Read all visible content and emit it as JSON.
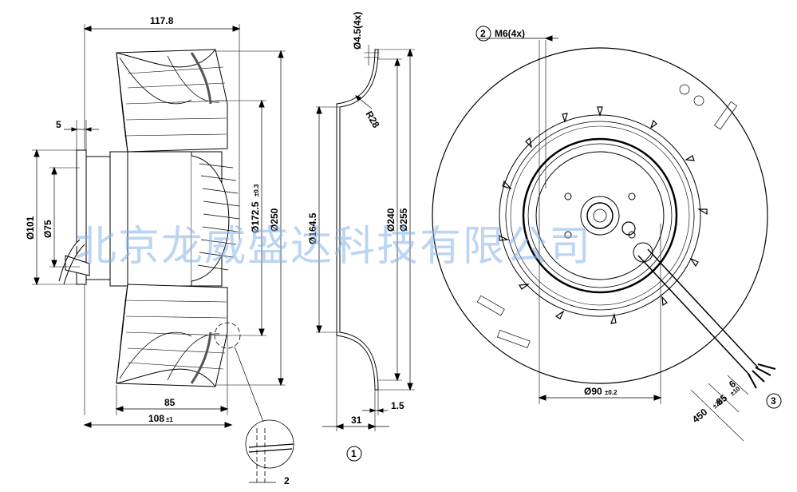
{
  "side_view": {
    "width_top": "117.8",
    "flange": "5",
    "dia_101": "Ø101",
    "dia_75": "Ø75",
    "dia_172": "Ø172.5",
    "dia_172_tol": "±0.3",
    "dia_250": "Ø250",
    "depth_85": "85",
    "depth_108": "108",
    "depth_108_tol": "±1",
    "detail_gap": "2"
  },
  "inlet_ring": {
    "holes": "Ø4.5(4x)",
    "radius": "R28",
    "dia_164": "Ø164.5",
    "dia_240": "Ø240",
    "dia_255": "Ø255",
    "len_31": "31",
    "thick_15": "1.5",
    "item_1": "1"
  },
  "front_view": {
    "item_2": "2",
    "thread": "M6(4x)",
    "hub_dia": "Ø90",
    "hub_tol": "±0.2",
    "item_3": "3",
    "lead_6": "6",
    "lead_85": "85",
    "lead_85_tol": "±10",
    "lead_450": "450",
    "lead_450_tol": "±20"
  },
  "watermark": "北京龙威盛达科技有限公司"
}
